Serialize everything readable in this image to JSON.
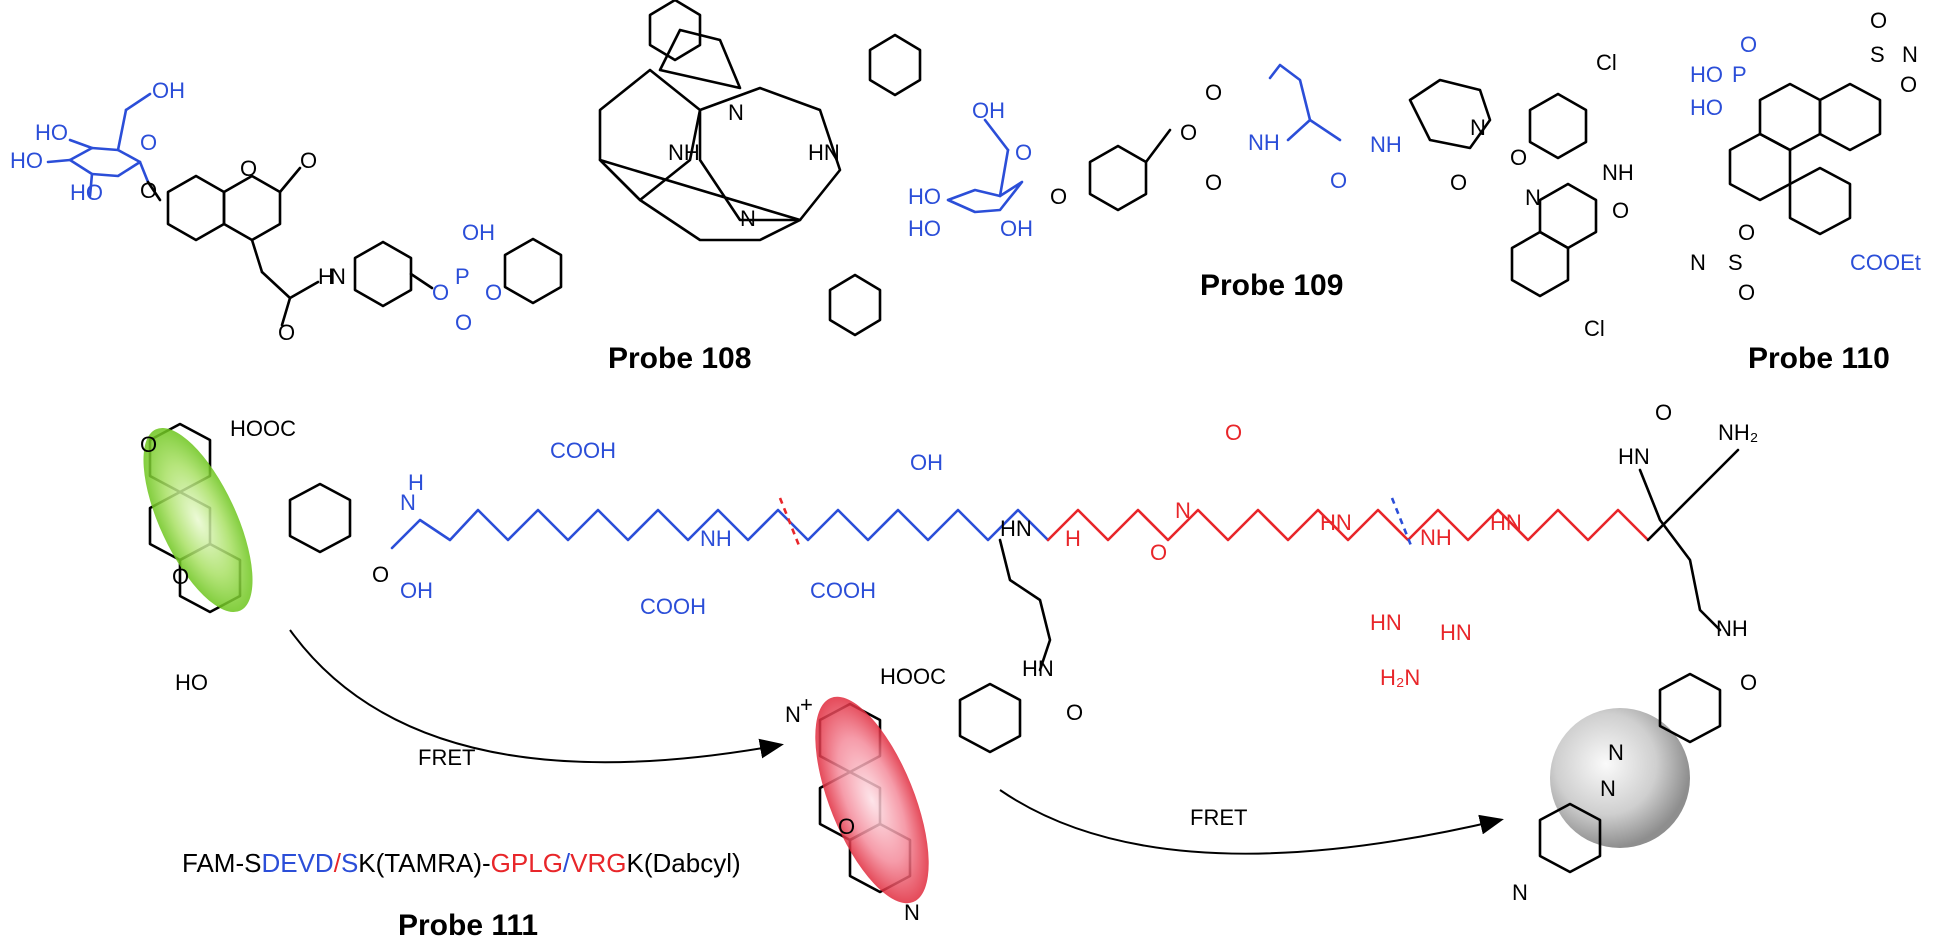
{
  "probes": {
    "p108": {
      "title": "Probe 108"
    },
    "p109": {
      "title": "Probe 109"
    },
    "p110": {
      "title": "Probe 110"
    },
    "p111": {
      "title": "Probe 111"
    }
  },
  "labels": {
    "OH": "OH",
    "HO": "HO",
    "O": "O",
    "P": "P",
    "N": "N",
    "NH": "NH",
    "HN": "HN",
    "H": "H",
    "Cl": "Cl",
    "COOH": "COOH",
    "HOOC": "HOOC",
    "COOEt": "COOEt",
    "S": "S",
    "NH2": "NH₂",
    "H2N": "H₂N",
    "N_plus": "N",
    "plus": "+",
    "N_double": "N"
  },
  "fret": {
    "label1": "FRET",
    "label2": "FRET"
  },
  "sequence": {
    "parts": [
      {
        "text": "FAM-S",
        "color": "#000000"
      },
      {
        "text": "DEVD",
        "color": "#2b4ed8"
      },
      {
        "text": "/",
        "color": "#e8262a"
      },
      {
        "text": "S",
        "color": "#2b4ed8"
      },
      {
        "text": "K(TAMRA)-",
        "color": "#000000"
      },
      {
        "text": "GPLG",
        "color": "#e8262a"
      },
      {
        "text": "/",
        "color": "#2b4ed8"
      },
      {
        "text": "VRG",
        "color": "#e8262a"
      },
      {
        "text": "K(Dabcyl)",
        "color": "#000000"
      }
    ]
  },
  "colors": {
    "blue": "#2b4ed8",
    "red": "#e8262a",
    "green": "#7ed321",
    "pink": "#e8262a",
    "grey": "#9a9a9a"
  }
}
